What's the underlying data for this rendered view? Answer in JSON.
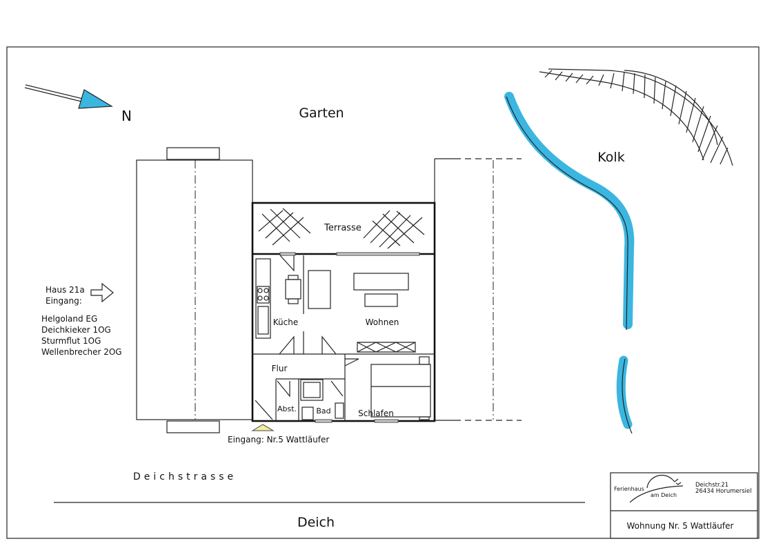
{
  "plan": {
    "north_label": "N",
    "garden_label": "Garten",
    "kolk_label": "Kolk",
    "terrace_label": "Terrasse",
    "rooms": {
      "kitchen": "Küche",
      "living": "Wohnen",
      "hall": "Flur",
      "storage": "Abst.",
      "bath": "Bad",
      "bedroom": "Schlafen"
    },
    "entrance_label": "Eingang: Nr.5 Wattläufer",
    "street_label": "Deichstrasse",
    "dike_label": "Deich",
    "water_color": "#3bb6e0"
  },
  "house_info": {
    "title": "Haus 21a",
    "subtitle": "Eingang:",
    "entries": [
      "Helgoland EG",
      "Deichkieker 1OG",
      "Sturmflut 1OG",
      "Wellenbrecher 2OG"
    ]
  },
  "title_block": {
    "logo_line1": "Ferienhaus",
    "logo_line2": "am Deich",
    "address_line1": "Deichstr.21",
    "address_line2": "26434 Horumersiel",
    "apartment": "Wohnung Nr. 5 Wattläufer"
  }
}
